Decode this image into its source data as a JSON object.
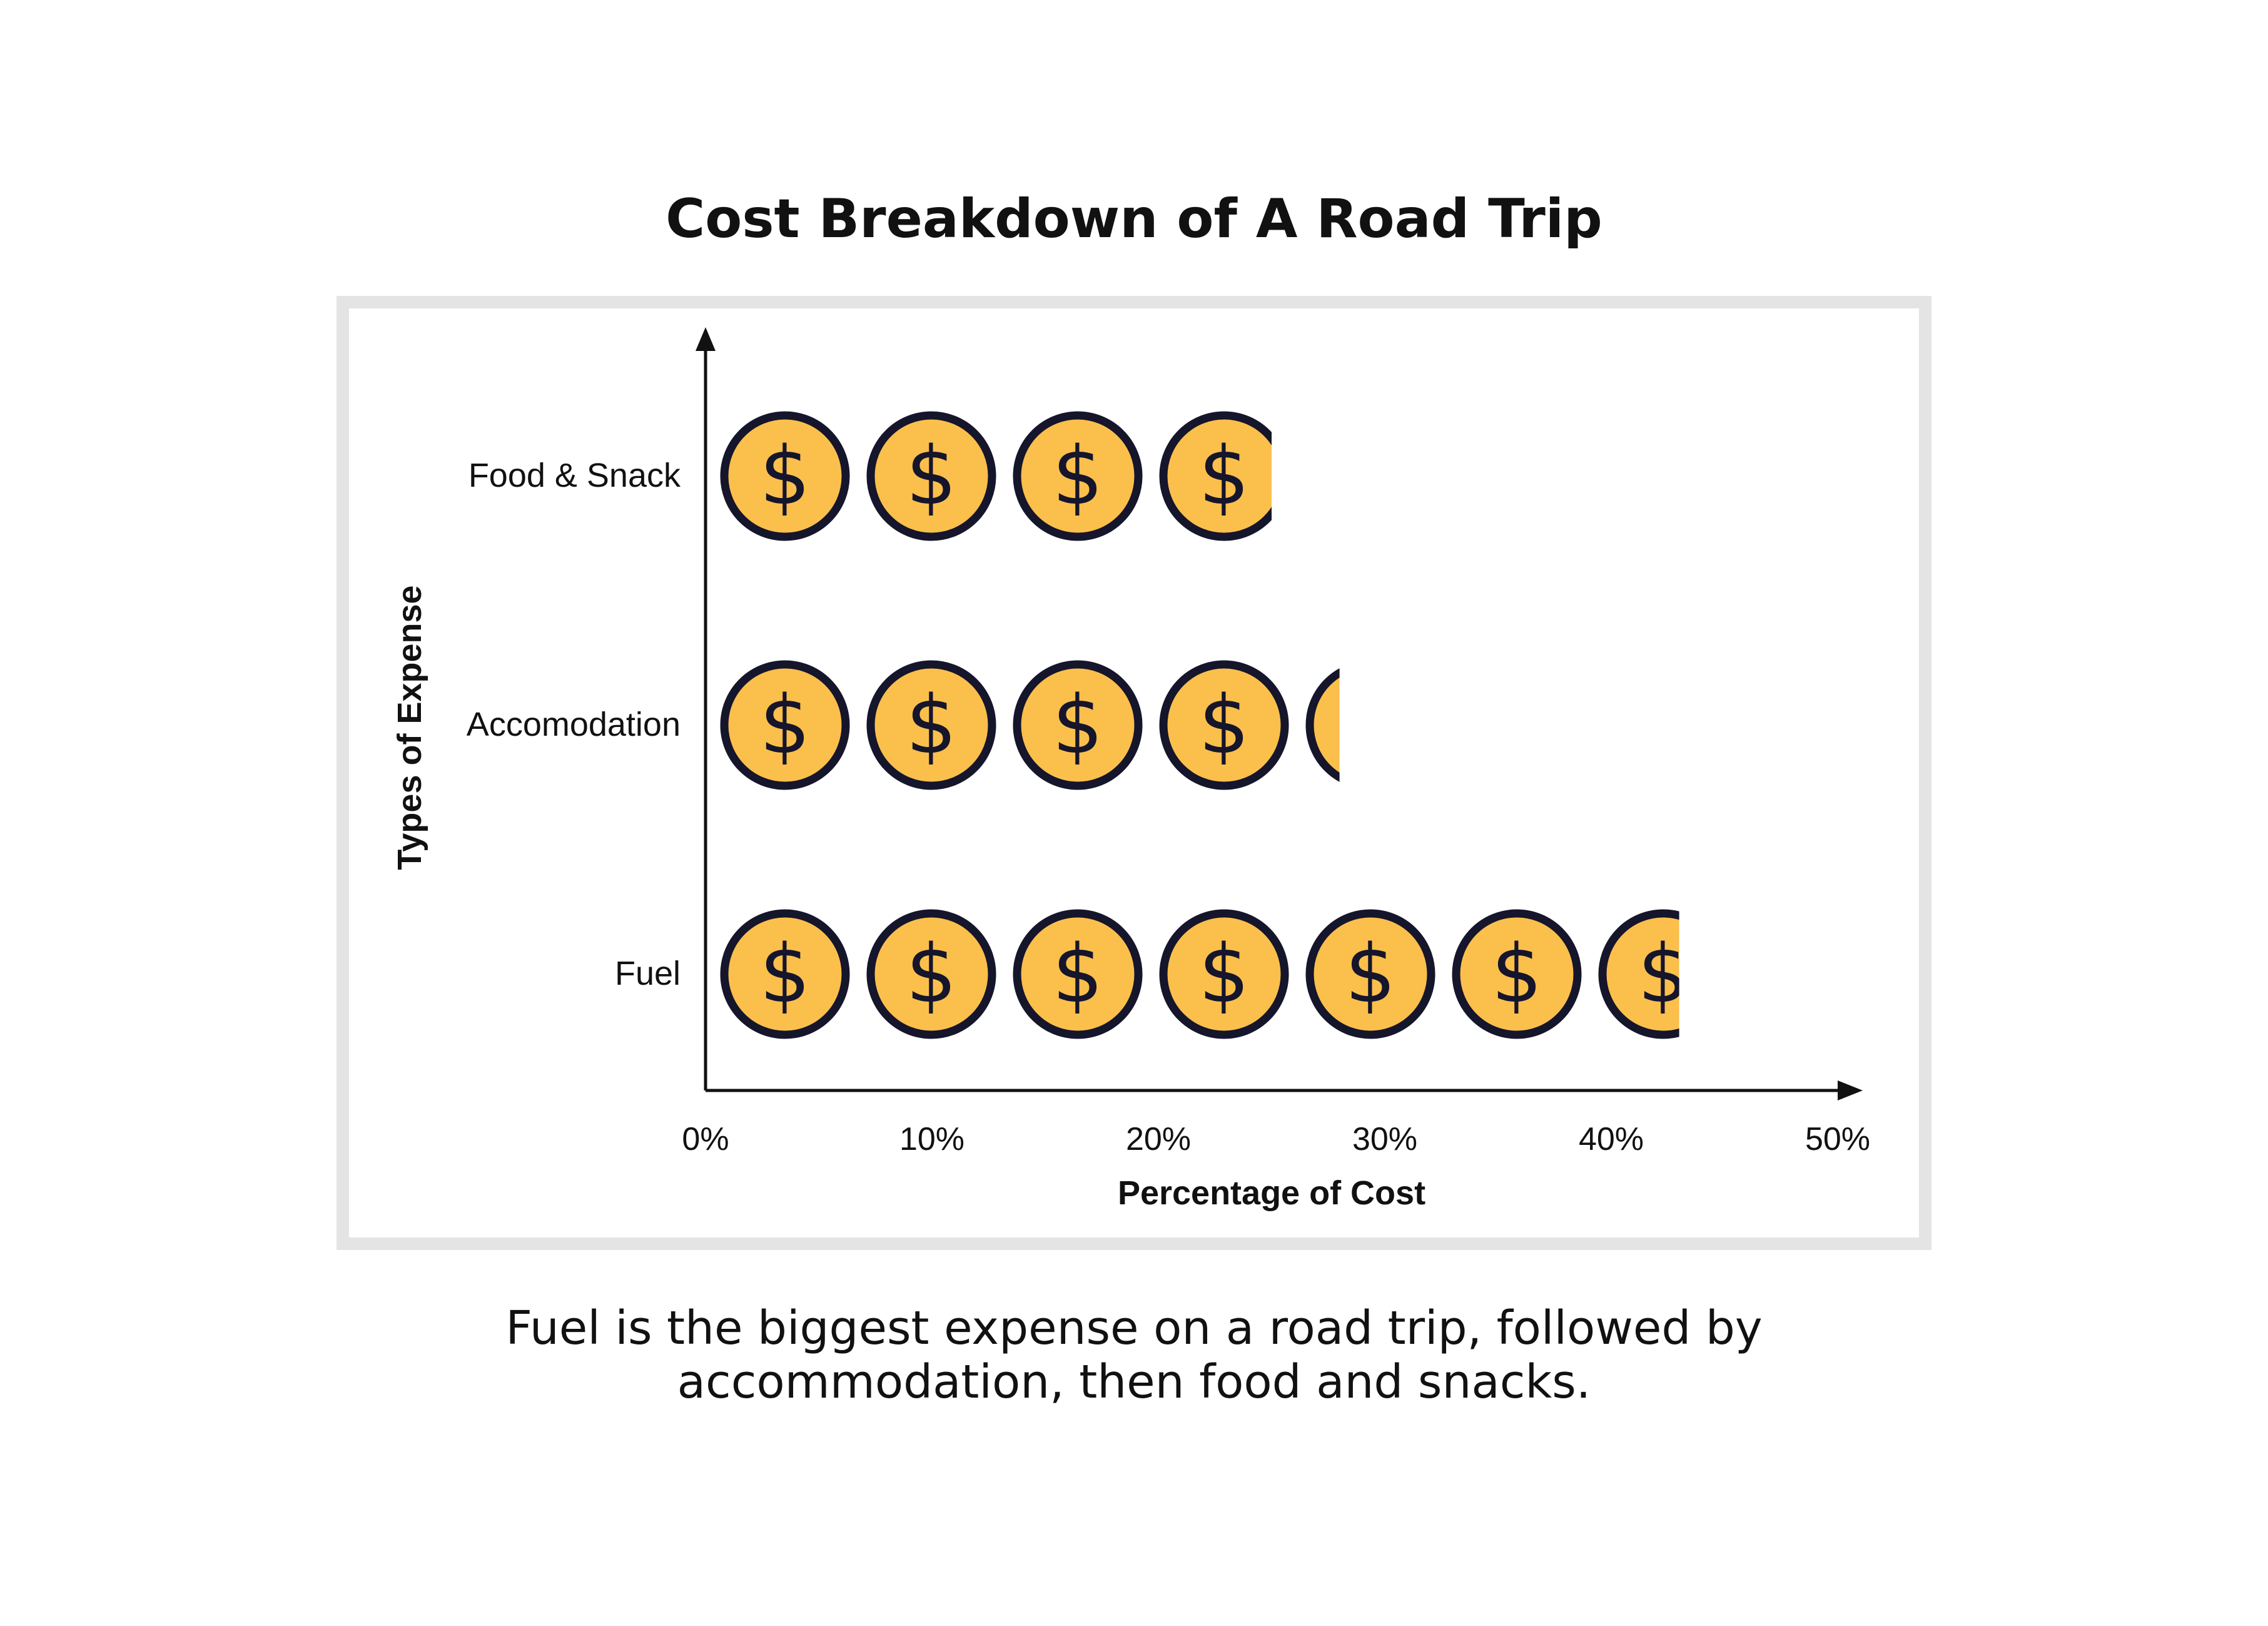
{
  "title": "Cost Breakdown of A Road Trip",
  "caption_line1": "Fuel is the biggest expense on a road trip, followed by",
  "caption_line2": "accommodation, then food and snacks.",
  "chart_data": {
    "type": "bar",
    "style": "pictograph",
    "icon": "dollar-coin-icon",
    "categories": [
      "Food & Snack",
      "Accomodation",
      "Fuel"
    ],
    "values": [
      25,
      28,
      43
    ],
    "xlabel": "Percentage of Cost",
    "ylabel": "Types of Expense",
    "xlim": [
      0,
      50
    ],
    "xticks": [
      "0%",
      "10%",
      "20%",
      "30%",
      "40%",
      "50%"
    ],
    "grid": false,
    "colors": {
      "coin_fill": "#fbbf4c",
      "coin_stroke": "#15152b",
      "axis": "#111111"
    }
  }
}
